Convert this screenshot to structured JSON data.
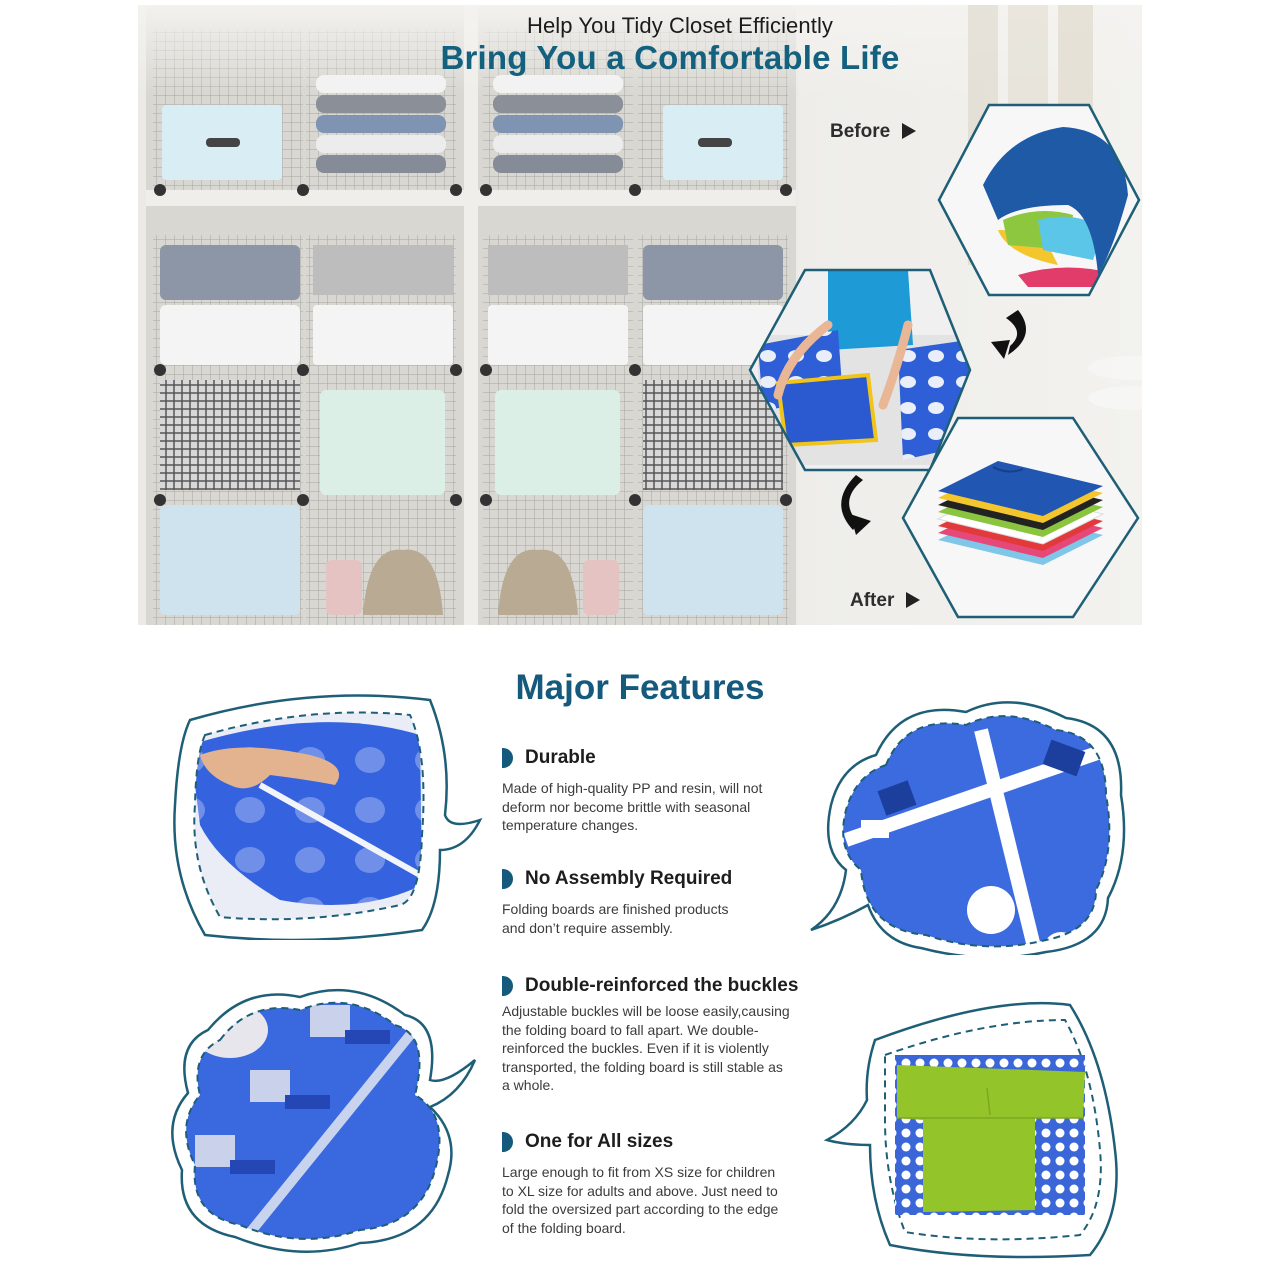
{
  "hero": {
    "subtitle": "Help You Tidy Closet Efficiently",
    "title": "Bring You a Comfortable Life",
    "before_label": "Before",
    "after_label": "After",
    "steps": [
      {
        "name": "messy-clothes-pile",
        "caption": ""
      },
      {
        "name": "folding-board-in-use",
        "caption": ""
      },
      {
        "name": "folded-shirt-stack",
        "caption": ""
      }
    ],
    "colors": {
      "title": "#14607f",
      "hex_border": "#1e5f77"
    }
  },
  "features": {
    "title": "Major Features",
    "accent": "#155a7c",
    "items": [
      {
        "title": "Durable",
        "description": "Made of high-quality PP and resin, will not\ndeform nor become brittle with seasonal\ntemperature changes."
      },
      {
        "title": "No Assembly Required",
        "description": "Folding boards are finished products\nand don’t require assembly."
      },
      {
        "title": "Double-reinforced the buckles",
        "description": "Adjustable buckles will be loose easily,causing\nthe folding board to fall apart. We double-\nreinforced the buckles. Even if it is violently\ntransported, the folding board is still stable as\na whole."
      },
      {
        "title": "One for All sizes",
        "description": "Large enough to fit from XS size for children\nto XL size for adults and above. Just need to\nfold the oversized part according to the edge\nof the folding board."
      }
    ]
  },
  "bubbles": [
    {
      "name": "flexible-board-bubble",
      "shape": "rounded-square",
      "content": "hand bending blue perforated board"
    },
    {
      "name": "board-joint-bubble",
      "shape": "cloud",
      "content": "board hinge closeup with white holes"
    },
    {
      "name": "buckles-bubble",
      "shape": "cloud",
      "content": "reinforced buckles closeup"
    },
    {
      "name": "green-shirt-bubble",
      "shape": "rounded-square",
      "content": "green shirt on blue folding board"
    }
  ]
}
